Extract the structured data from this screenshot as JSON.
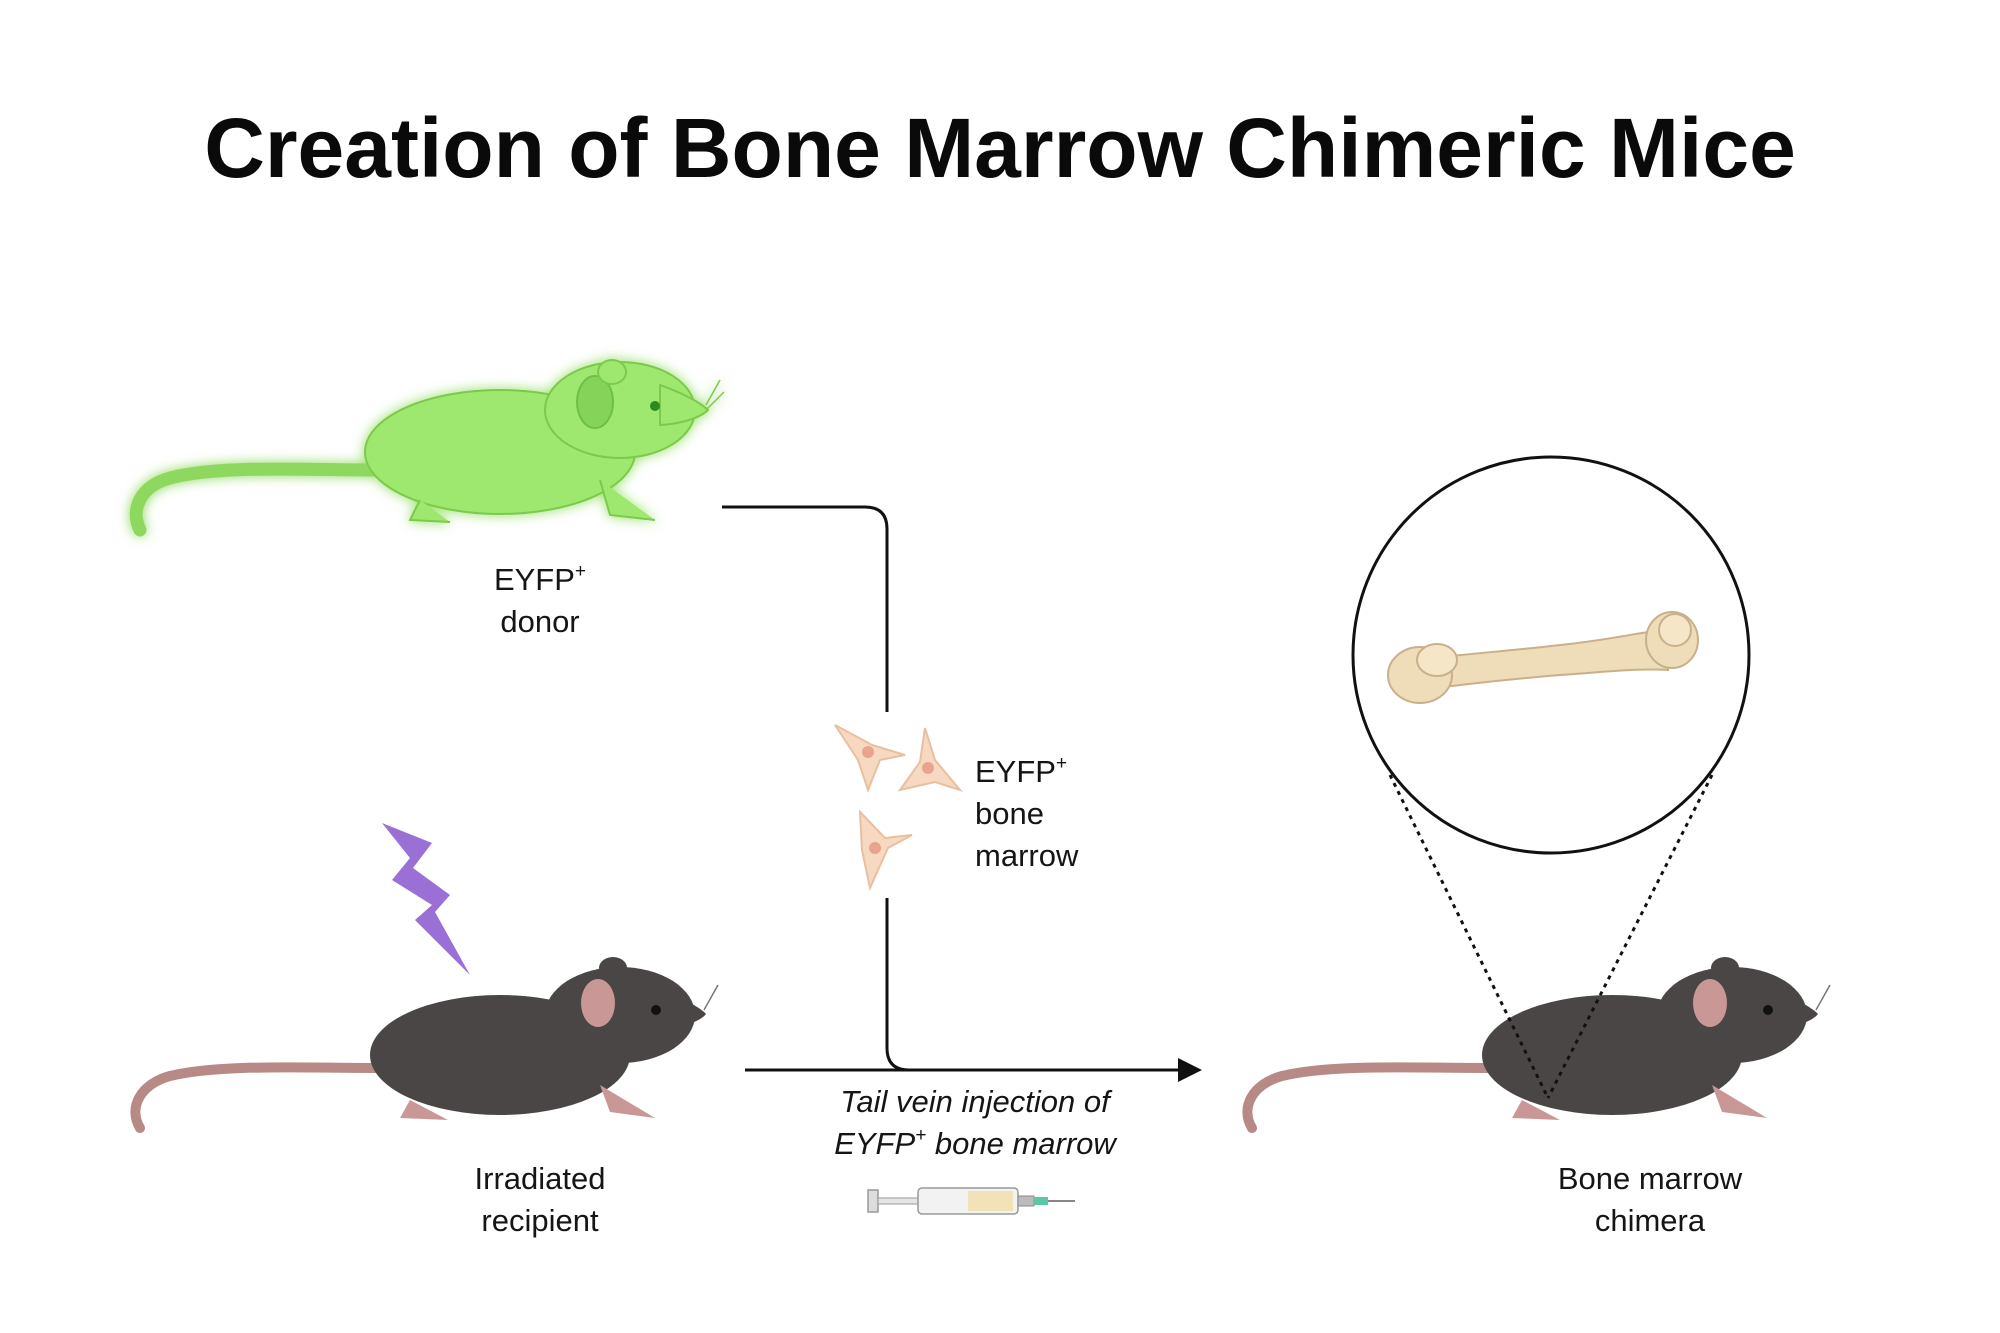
{
  "title": "Creation of Bone Marrow Chimeric Mice",
  "donor": {
    "line1": "EYFP",
    "sup": "+",
    "line2": "donor"
  },
  "recipient": {
    "line1": "Irradiated",
    "line2": "recipient"
  },
  "marrow": {
    "line1": "EYFP",
    "sup": "+",
    "line2": "bone",
    "line3": "marrow"
  },
  "injection": {
    "line1": "Tail vein injection of",
    "line2a": "EYFP",
    "sup": "+",
    "line2b": "bone marrow"
  },
  "chimera": {
    "line1": "Bone marrow",
    "line2": "chimera"
  },
  "colors": {
    "donor_mouse": "#9fe870",
    "dark_mouse": "#4a4646",
    "tail": "#b78a86",
    "lightning": "#9a6fd6",
    "cells": "#f6d9c0",
    "bone": "#efdcb8",
    "lines": "#111111"
  }
}
